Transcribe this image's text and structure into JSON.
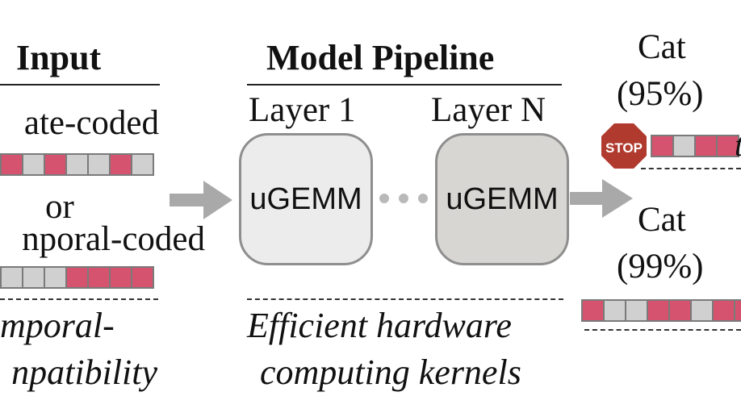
{
  "input": {
    "title": "Input",
    "rate_label": "ate-coded",
    "or_label": "or",
    "temporal_label": "nporal-coded",
    "caption_line1": "mporal-",
    "caption_line2": "npatibility",
    "rate_cells": [
      "r",
      "g",
      "r",
      "g",
      "g",
      "r",
      "g"
    ],
    "temporal_cells": [
      "g",
      "g",
      "g",
      "r",
      "r",
      "r",
      "r"
    ]
  },
  "pipeline": {
    "title": "Model Pipeline",
    "layer1_label": "Layer 1",
    "layerN_label": "Layer N",
    "kernel1_label": "uGEMM",
    "kernelN_label": "uGEMM",
    "caption_line1": "Efficient hardware",
    "caption_line2": "computing kernels"
  },
  "output": {
    "top_class": "Cat",
    "top_conf": "(95%)",
    "stop_text": "STOP",
    "top_suffix": "t",
    "top_cells": [
      "r",
      "g",
      "r",
      "r"
    ],
    "bottom_class": "Cat",
    "bottom_conf": "(99%)",
    "bottom_cells": [
      "r",
      "g",
      "g",
      "r",
      "r",
      "g",
      "r",
      "r"
    ]
  },
  "colors": {
    "spike": "#d5536e",
    "empty": "#d0d0d0",
    "arrow": "#a9a9a9",
    "stop": "#b03a2e"
  }
}
